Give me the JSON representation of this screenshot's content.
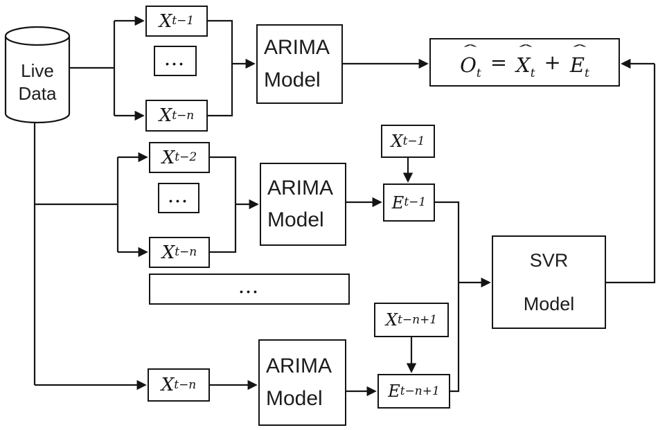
{
  "diagram": {
    "live_data": {
      "line1": "Live",
      "line2": "Data"
    },
    "top_branch": {
      "x_first": {
        "base": "X",
        "sub": "t−1"
      },
      "dots": "…",
      "x_last": {
        "base": "X",
        "sub": "t−n"
      },
      "arima": {
        "line1": "ARIMA",
        "line2": "Model"
      }
    },
    "mid_branch": {
      "x_first": {
        "base": "X",
        "sub": "t−2"
      },
      "dots": "…",
      "x_last": {
        "base": "X",
        "sub": "t−n"
      },
      "arima": {
        "line1": "ARIMA",
        "line2": "Model"
      },
      "x_input": {
        "base": "X",
        "sub": "t−1"
      },
      "error": {
        "base": "E",
        "sub": "t−1"
      }
    },
    "dots_wide": "…",
    "bottom_branch": {
      "x_last": {
        "base": "X",
        "sub": "t−n"
      },
      "arima": {
        "line1": "ARIMA",
        "line2": "Model"
      },
      "x_input": {
        "base": "X",
        "sub": "t−n+1"
      },
      "error": {
        "base": "E",
        "sub": "t−n+1"
      }
    },
    "svr": {
      "line1": "SVR",
      "line2": "Model"
    },
    "formula": {
      "hat": "ˆ",
      "o_base": "O",
      "o_sub": "t",
      "equals": "=",
      "x_base": "X",
      "x_sub": "t",
      "plus": "+",
      "e_base": "E",
      "e_sub": "t"
    },
    "colors": {
      "stroke": "#141414",
      "background": "#ffffff"
    }
  }
}
